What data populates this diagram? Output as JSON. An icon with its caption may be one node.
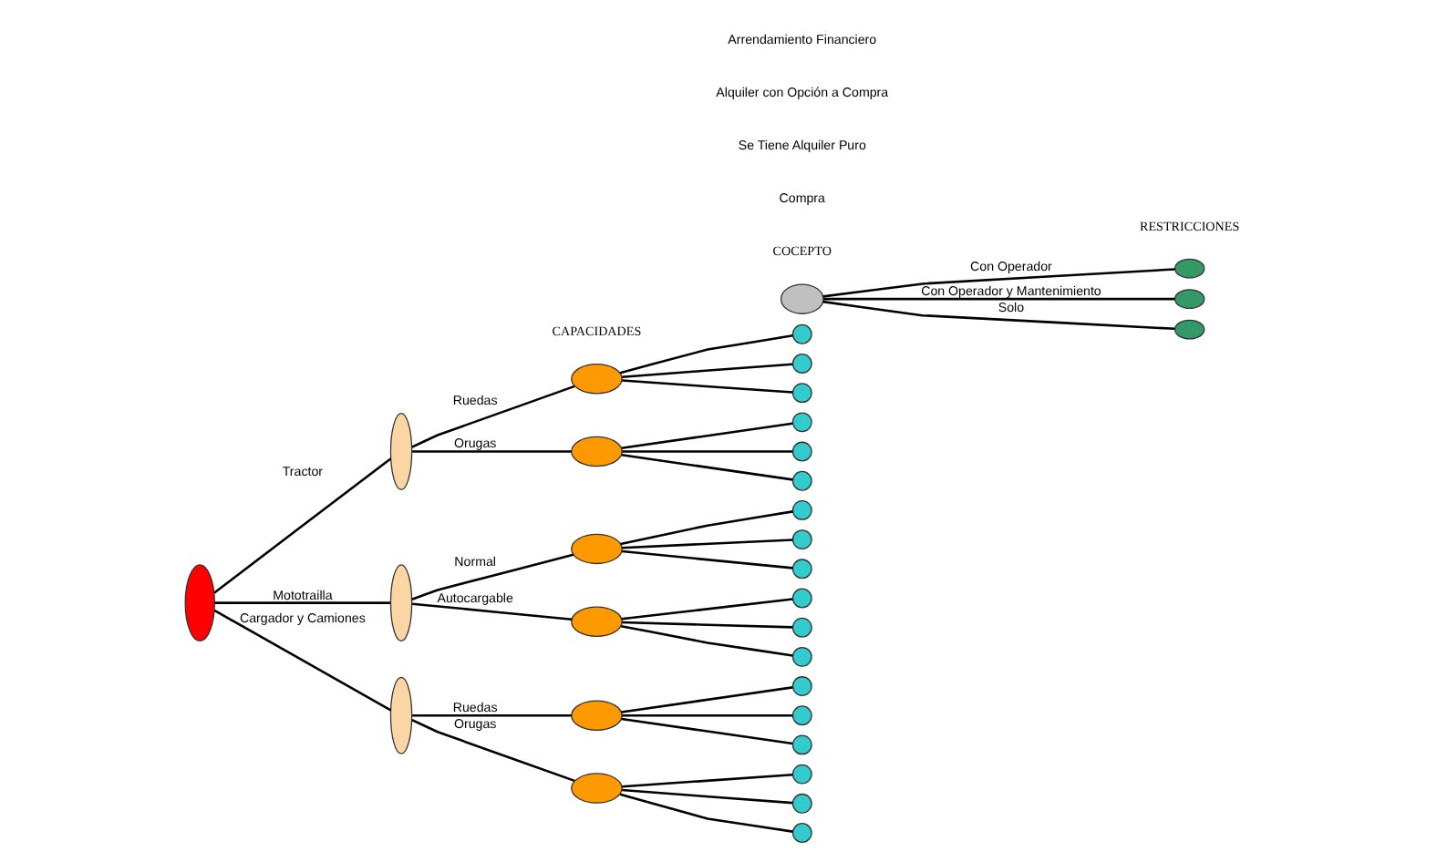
{
  "diagram": {
    "nodes": [
      {
        "text": [],
        "shape": "ellipse"
      },
      {
        "text": [],
        "shape": "ellipse"
      },
      {
        "text": [],
        "shape": "ellipse"
      },
      {
        "text": [],
        "shape": "ellipse"
      },
      {
        "text": [],
        "shape": "ellipse"
      },
      {
        "text": [],
        "shape": "ellipse"
      },
      {
        "text": [],
        "shape": "ellipse"
      },
      {
        "text": [],
        "shape": "ellipse"
      },
      {
        "text": [],
        "shape": "ellipse"
      },
      {
        "text": [],
        "shape": "ellipse"
      },
      {
        "text": [],
        "shape": "circle"
      },
      {
        "text": [],
        "shape": "circle"
      },
      {
        "text": [],
        "shape": "circle"
      },
      {
        "text": [],
        "shape": "circle"
      },
      {
        "text": [],
        "shape": "circle"
      },
      {
        "text": [],
        "shape": "circle"
      },
      {
        "text": [],
        "shape": "circle"
      },
      {
        "text": [],
        "shape": "circle"
      },
      {
        "text": [],
        "shape": "circle"
      },
      {
        "text": [],
        "shape": "circle"
      },
      {
        "text": [],
        "shape": "circle"
      },
      {
        "text": [],
        "shape": "circle"
      },
      {
        "text": [],
        "shape": "circle"
      },
      {
        "text": [],
        "shape": "circle"
      },
      {
        "text": [],
        "shape": "circle"
      },
      {
        "text": [],
        "shape": "circle"
      },
      {
        "text": [],
        "shape": "circle"
      },
      {
        "text": [],
        "shape": "circle"
      },
      {
        "text": [],
        "shape": "ellipse"
      },
      {
        "text": [],
        "shape": "ellipse"
      },
      {
        "text": [],
        "shape": "ellipse"
      },
      {
        "text": [],
        "shape": "ellipse"
      }
    ],
    "edges": [
      {
        "from": 0,
        "to": 1,
        "arrow": "none",
        "label": "Tractor"
      },
      {
        "from": 0,
        "to": 2,
        "arrow": "none",
        "label": "Mototrailla"
      },
      {
        "from": 0,
        "to": 3,
        "arrow": "none",
        "label": "Cargador y Camiones"
      },
      {
        "from": 1,
        "to": 4,
        "arrow": "none",
        "label": "Ruedas"
      },
      {
        "from": 1,
        "to": 5,
        "arrow": "none",
        "label": "Orugas"
      },
      {
        "from": 2,
        "to": 6,
        "arrow": "none",
        "label": "Normal"
      },
      {
        "from": 2,
        "to": 7,
        "arrow": "none",
        "label": "Autocargable"
      },
      {
        "from": 3,
        "to": 8,
        "arrow": "none",
        "label": "Ruedas"
      },
      {
        "from": 3,
        "to": 9,
        "arrow": "none",
        "label": "Orugas"
      },
      {
        "from": 4,
        "to": 10,
        "arrow": "none"
      },
      {
        "from": 4,
        "to": 11,
        "arrow": "none"
      },
      {
        "from": 4,
        "to": 12,
        "arrow": "none"
      },
      {
        "from": 5,
        "to": 13,
        "arrow": "none"
      },
      {
        "from": 5,
        "to": 14,
        "arrow": "none"
      },
      {
        "from": 5,
        "to": 15,
        "arrow": "none"
      },
      {
        "from": 6,
        "to": 16,
        "arrow": "none"
      },
      {
        "from": 6,
        "to": 17,
        "arrow": "none"
      },
      {
        "from": 6,
        "to": 18,
        "arrow": "none"
      },
      {
        "from": 7,
        "to": 19,
        "arrow": "none"
      },
      {
        "from": 7,
        "to": 20,
        "arrow": "none"
      },
      {
        "from": 7,
        "to": 21,
        "arrow": "none"
      },
      {
        "from": 8,
        "to": 22,
        "arrow": "none"
      },
      {
        "from": 8,
        "to": 23,
        "arrow": "none"
      },
      {
        "from": 8,
        "to": 24,
        "arrow": "none"
      },
      {
        "from": 9,
        "to": 25,
        "arrow": "none"
      },
      {
        "from": 9,
        "to": 26,
        "arrow": "none"
      },
      {
        "from": 9,
        "to": 27,
        "arrow": "none"
      },
      {
        "from": 28,
        "to": 29,
        "arrow": "none",
        "label": "Con Operador"
      },
      {
        "from": 28,
        "to": 30,
        "arrow": "none",
        "label": "Con Operador y Mantenimiento"
      },
      {
        "from": 28,
        "to": 31,
        "arrow": "none",
        "label": "Solo"
      }
    ],
    "labels": [
      "CAPACIDADES",
      "COCEPTO",
      "RESTRICCIONES",
      "Compra",
      "Se Tiene Alquiler Puro",
      "Alquiler con Opción a Compra",
      "Arrendamiento Financiero"
    ]
  }
}
